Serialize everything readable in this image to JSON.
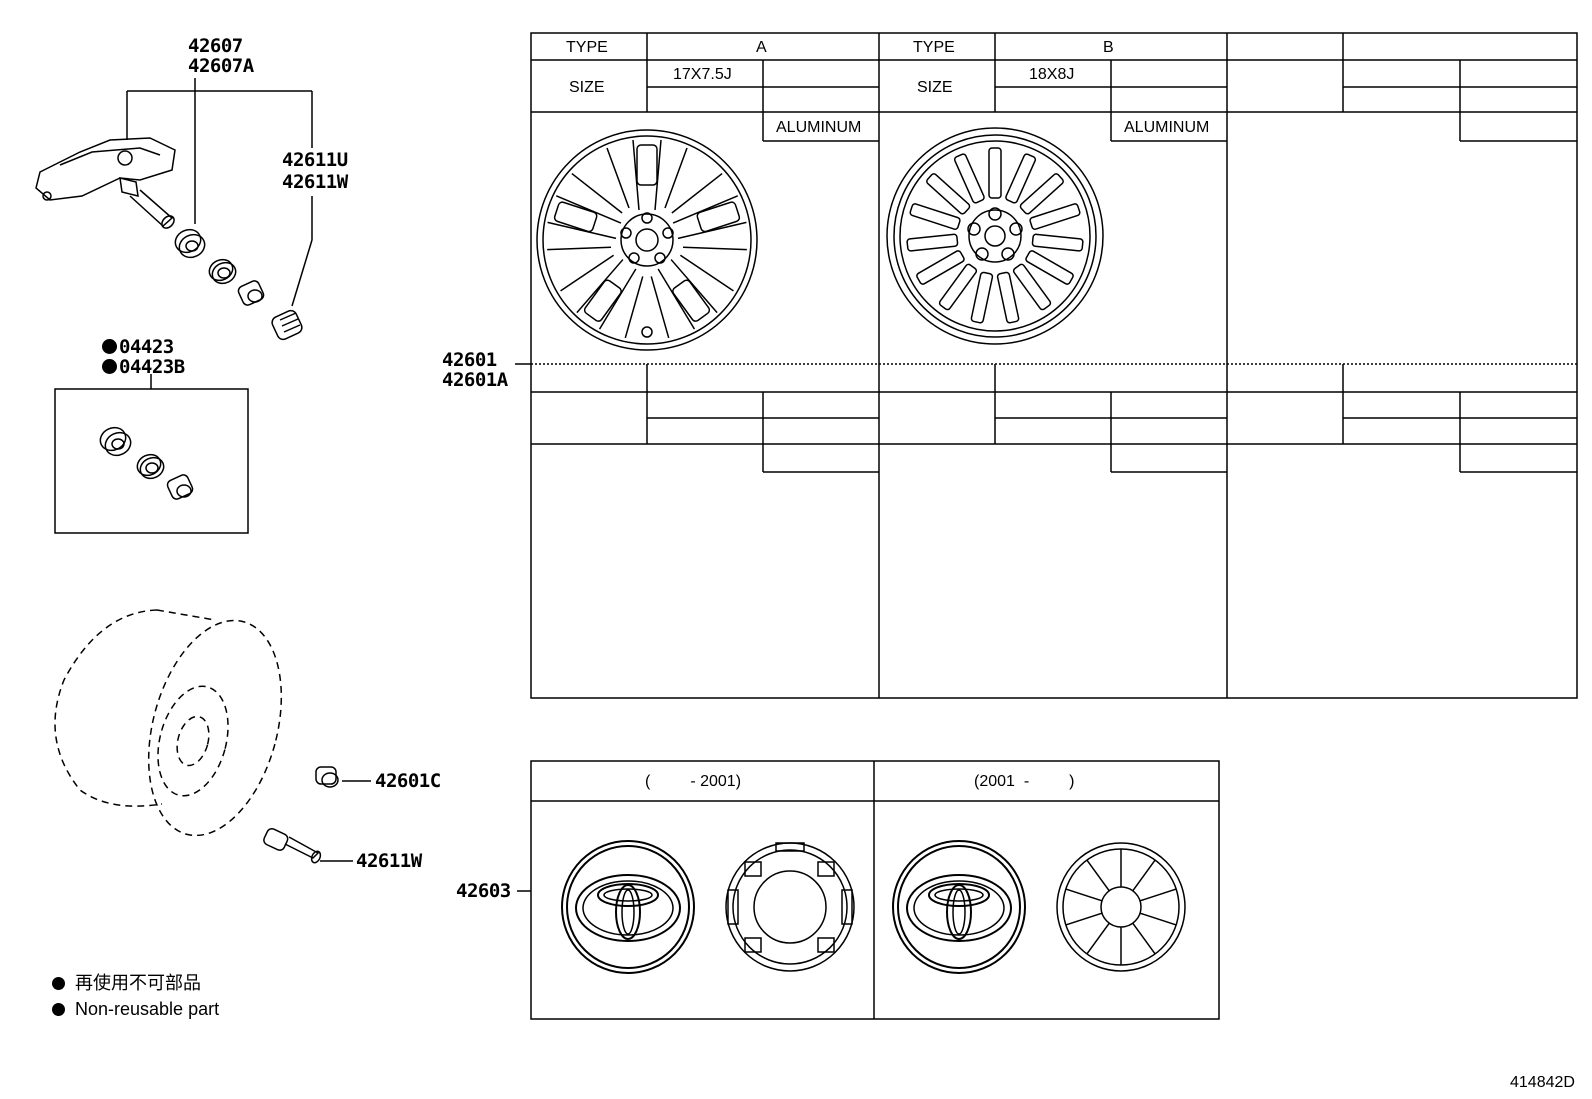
{
  "parts": {
    "sensor": [
      "42607",
      "42607A"
    ],
    "cap": [
      "42611U",
      "42611W"
    ],
    "kit": [
      "04423",
      "04423B"
    ],
    "wheel": [
      "42601",
      "42601A"
    ],
    "weight": "42601C",
    "valve": "42611W",
    "ornament": "42603"
  },
  "wheel_table": {
    "type_label": "TYPE",
    "size_label": "SIZE",
    "type_a": "A",
    "type_b": "B",
    "size_a": "17X7.5J",
    "size_b": "18X8J",
    "material_a": "ALUMINUM",
    "material_b": "ALUMINUM"
  },
  "ornament_table": {
    "period_1": "(         - 2001)",
    "period_2": "(2001  -         )"
  },
  "legend": {
    "ja": "再使用不可部品",
    "en": "Non-reusable part"
  },
  "drawing_id": "414842D",
  "icons": [
    "tpms-sensor-icon",
    "wheel-a-icon",
    "wheel-b-icon",
    "tire-icon",
    "toyota-emblem-icon",
    "ornament-back-icon",
    "non-reusable-dot-icon"
  ]
}
